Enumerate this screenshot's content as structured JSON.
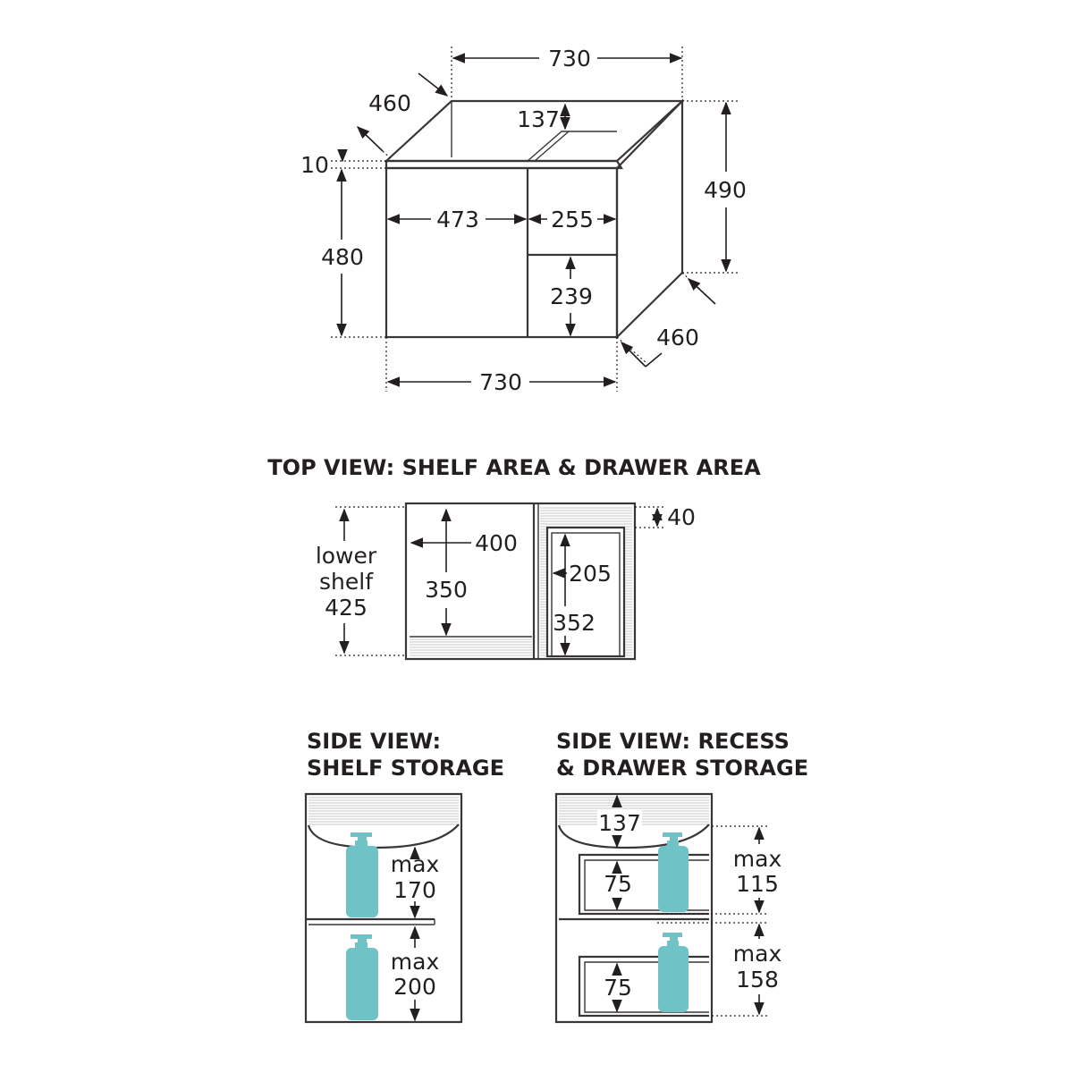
{
  "main_view": {
    "top_width": "730",
    "depth_top": "460",
    "recess_depth": "137",
    "top_thickness": "10",
    "right_height": "490",
    "left_height": "480",
    "door_width": "473",
    "drawer_width": "255",
    "drawer_height": "239",
    "depth_bottom": "460",
    "bottom_width": "730"
  },
  "top_view": {
    "heading": "TOP VIEW: SHELF AREA & DRAWER AREA",
    "lower_shelf_line1": "lower",
    "lower_shelf_line2": "shelf",
    "lower_shelf_value": "425",
    "top_gap": "40",
    "shelf_width": "400",
    "shelf_depth": "350",
    "drawer_width": "205",
    "drawer_depth": "352"
  },
  "side_shelf": {
    "heading_line1": "SIDE VIEW:",
    "heading_line2": "SHELF STORAGE",
    "upper_max_label": "max",
    "upper_max_value": "170",
    "lower_max_label": "max",
    "lower_max_value": "200"
  },
  "side_recess": {
    "heading_line1": "SIDE VIEW: RECESS",
    "heading_line2": "& DRAWER STORAGE",
    "recess_value": "137",
    "upper_drawer_value": "75",
    "lower_drawer_value": "75",
    "upper_max_label": "max",
    "upper_max_value": "115",
    "lower_max_label": "max",
    "lower_max_value": "158"
  },
  "colors": {
    "line": "#3a3536",
    "text": "#231f20",
    "bottle": "#6fc3c6",
    "background": "#ffffff"
  }
}
